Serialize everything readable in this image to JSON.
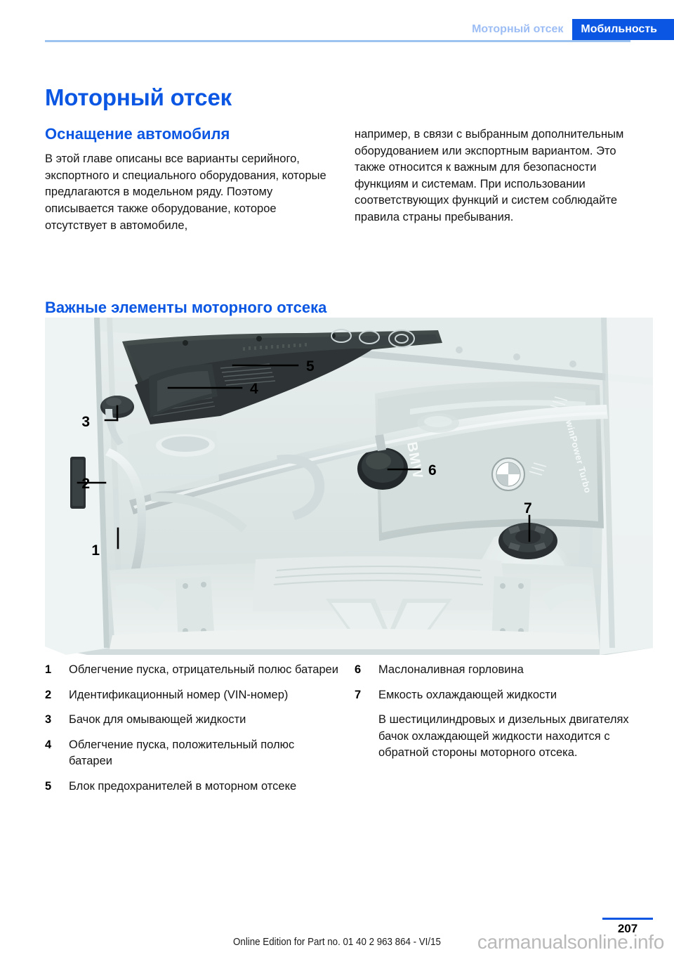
{
  "header": {
    "tab_inactive": "Моторный отсек",
    "tab_active": "Мобильность",
    "rule_color": "#9dc4f0",
    "accent_color": "#0b57e3"
  },
  "chapter": {
    "title": "Моторный отсек"
  },
  "intro": {
    "heading": "Оснащение автомобиля",
    "left_text": "В этой главе описаны все варианты серийного, экспортного и специального оборудования, которые предлагаются в модельном ряду. Поэтому описывается также оборудование, которое отсутствует в автомобиле,",
    "right_text": "например, в связи с выбранным дополнительным оборудованием или экспортным вариантом. Это также относится к важным для безопасности функциям и системам. При использовании соответствующих функций и систем соблюдайте правила страны пребывания."
  },
  "section": {
    "heading": "Важные элементы моторного отсека"
  },
  "figure": {
    "alt": "Схема моторного отсека BMW с выносками 1-7",
    "callouts": [
      "1",
      "2",
      "3",
      "4",
      "5",
      "6",
      "7"
    ],
    "engine_cover_labels": [
      "BMW",
      "TwinPower Turbo"
    ]
  },
  "legend": {
    "left": [
      {
        "num": "1",
        "text": "Облегчение пуска, отрицательный полюс батареи"
      },
      {
        "num": "2",
        "text": "Идентификационный номер (VIN-номер)"
      },
      {
        "num": "3",
        "text": "Бачок для омывающей жидкости"
      },
      {
        "num": "4",
        "text": "Облегчение пуска, положительный полюс батареи"
      },
      {
        "num": "5",
        "text": "Блок предохранителей в моторном отсеке"
      }
    ],
    "right": [
      {
        "num": "6",
        "text": "Маслоналивная горловина"
      },
      {
        "num": "7",
        "text": "Емкость охлаждающей жидкости"
      }
    ],
    "right_note": "В шестицилиндровых и дизельных двигателях бачок охлаждающей жидкости находится с обратной стороны моторного отсека."
  },
  "footer": {
    "page_number": "207",
    "edition": "Online Edition for Part no. 01 40 2 963 864 - VI/15",
    "watermark": "carmanualsonline.info"
  }
}
